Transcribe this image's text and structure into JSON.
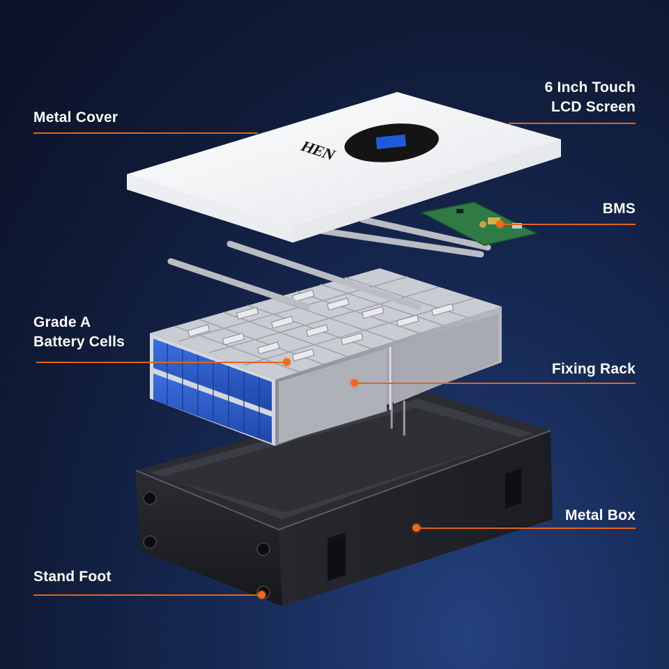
{
  "labels": {
    "metal_cover": "Metal Cover",
    "lcd_screen_line1": "6 Inch Touch",
    "lcd_screen_line2": "LCD Screen",
    "bms": "BMS",
    "battery_cells_line1": "Grade A",
    "battery_cells_line2": "Battery Cells",
    "fixing_rack": "Fixing Rack",
    "metal_box": "Metal Box",
    "stand_foot": "Stand Foot"
  },
  "brand": "HEN",
  "colors": {
    "accent": "#e0651f",
    "background": "#0f1a35",
    "cell_blue": "#2b5cc8"
  }
}
